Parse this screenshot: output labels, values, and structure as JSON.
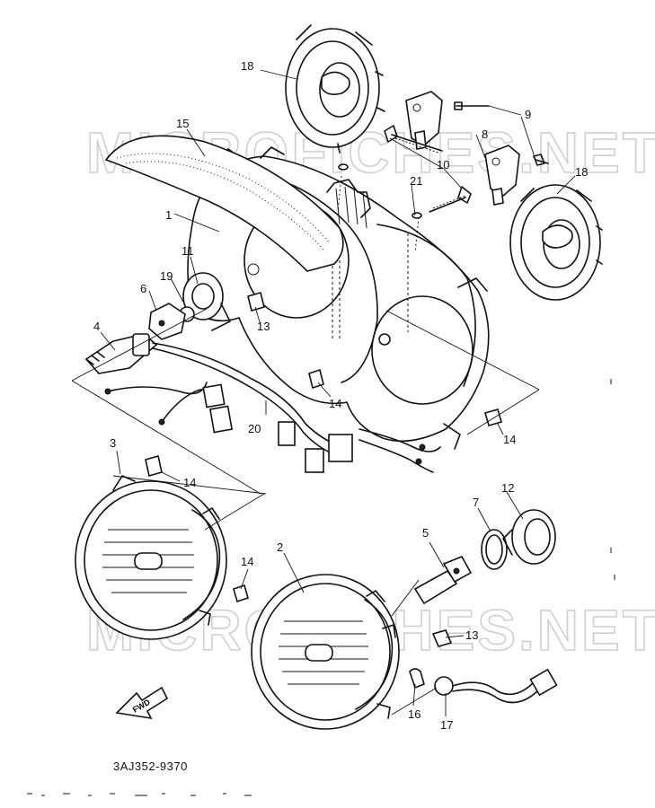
{
  "diagram": {
    "watermarks": [
      "MICROFICHES.NET",
      "MICROFICHES.NET"
    ],
    "part_code": "3AJ352-9370",
    "fwd_label": "FWD",
    "callouts": [
      {
        "id": "c1",
        "text": "1"
      },
      {
        "id": "c2",
        "text": "2"
      },
      {
        "id": "c3",
        "text": "3"
      },
      {
        "id": "c4",
        "text": "4"
      },
      {
        "id": "c5",
        "text": "5"
      },
      {
        "id": "c6",
        "text": "6"
      },
      {
        "id": "c7",
        "text": "7"
      },
      {
        "id": "c8",
        "text": "8"
      },
      {
        "id": "c9",
        "text": "9"
      },
      {
        "id": "c10",
        "text": "10"
      },
      {
        "id": "c11",
        "text": "11"
      },
      {
        "id": "c12",
        "text": "12"
      },
      {
        "id": "c13a",
        "text": "13"
      },
      {
        "id": "c13b",
        "text": "13"
      },
      {
        "id": "c14a",
        "text": "14"
      },
      {
        "id": "c14b",
        "text": "14"
      },
      {
        "id": "c14c",
        "text": "14"
      },
      {
        "id": "c14d",
        "text": "14"
      },
      {
        "id": "c15",
        "text": "15"
      },
      {
        "id": "c16",
        "text": "16"
      },
      {
        "id": "c17",
        "text": "17"
      },
      {
        "id": "c18a",
        "text": "18"
      },
      {
        "id": "c18b",
        "text": "18"
      },
      {
        "id": "c19",
        "text": "19"
      },
      {
        "id": "c20",
        "text": "20"
      },
      {
        "id": "c21",
        "text": "21"
      }
    ]
  }
}
